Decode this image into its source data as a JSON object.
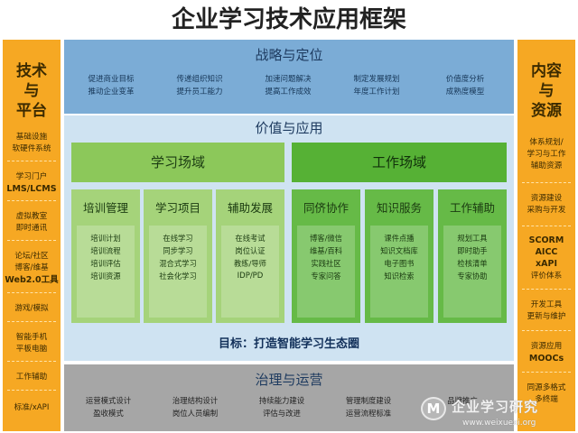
{
  "title": "企业学习技术应用框架",
  "left": {
    "title": [
      "技术",
      "与",
      "平台"
    ],
    "items": [
      [
        "基础设施",
        "软硬件系统"
      ],
      [
        "学习门户",
        "LMS/LCMS"
      ],
      [
        "虚拟教室",
        "即时通讯"
      ],
      [
        "论坛/社区",
        "博客/维基",
        "Web2.0工具"
      ],
      [
        "游戏/模拟"
      ],
      [
        "智能手机",
        "平板电脑"
      ],
      [
        "工作辅助"
      ],
      [
        "标准/xAPI"
      ]
    ]
  },
  "right": {
    "title": [
      "内容",
      "与",
      "资源"
    ],
    "items": [
      [
        "体系规划/",
        "学习与工作",
        "辅助资源"
      ],
      [
        "资源建设",
        "采购与开发"
      ],
      [
        "SCORM",
        "AICC",
        "xAPI",
        "评价体系"
      ],
      [
        "开发工具",
        "更新与维护"
      ],
      [
        "资源应用",
        "MOOCs"
      ],
      [
        "同源多格式",
        "多终端"
      ]
    ]
  },
  "strategy": {
    "title": "战略与定位",
    "items": [
      [
        "促进商业目标",
        "推动企业变革"
      ],
      [
        "传递组织知识",
        "提升员工能力"
      ],
      [
        "加速问题解决",
        "提高工作成效"
      ],
      [
        "制定发展规划",
        "年度工作计划"
      ],
      [
        "价值度分析",
        "成熟度模型"
      ]
    ]
  },
  "value": {
    "title": "价值与应用",
    "learning_field": "学习场域",
    "work_field": "工作场域",
    "columns": [
      {
        "head": "培训管理",
        "items": [
          "培训计划",
          "培训流程",
          "培训评估",
          "培训资源"
        ]
      },
      {
        "head": "学习项目",
        "items": [
          "在线学习",
          "同步学习",
          "混合式学习",
          "社会化学习"
        ]
      },
      {
        "head": "辅助发展",
        "items": [
          "在线考试",
          "岗位认证",
          "教练/导师",
          "IDP/PD"
        ]
      },
      {
        "head": "同侪协作",
        "items": [
          "博客/微信",
          "维基/百科",
          "实践社区",
          "专家问答"
        ]
      },
      {
        "head": "知识服务",
        "items": [
          "课件点播",
          "知识文档库",
          "电子图书",
          "知识检索"
        ]
      },
      {
        "head": "工作辅助",
        "items": [
          "规划工具",
          "即时助手",
          "检核清单",
          "专家协助"
        ]
      }
    ],
    "goal": "目标：打造智能学习生态圈"
  },
  "governance": {
    "title": "治理与运营",
    "items": [
      [
        "运营模式设计",
        "盈收模式"
      ],
      [
        "治理结构设计",
        "岗位人员编制"
      ],
      [
        "持续能力建设",
        "评估与改进"
      ],
      [
        "管理制度建设",
        "运营流程标准"
      ],
      [
        "品牌推广"
      ]
    ]
  },
  "watermark": {
    "logo": "M",
    "text": "企业学习研究",
    "url": "www.weixuexi.org"
  },
  "colors": {
    "side": "#f6a823",
    "strategy": "#7bacd6",
    "value": "#cfe3f2",
    "learning": "#8cc85a",
    "work": "#56b135",
    "governance": "#a6a6a6"
  }
}
